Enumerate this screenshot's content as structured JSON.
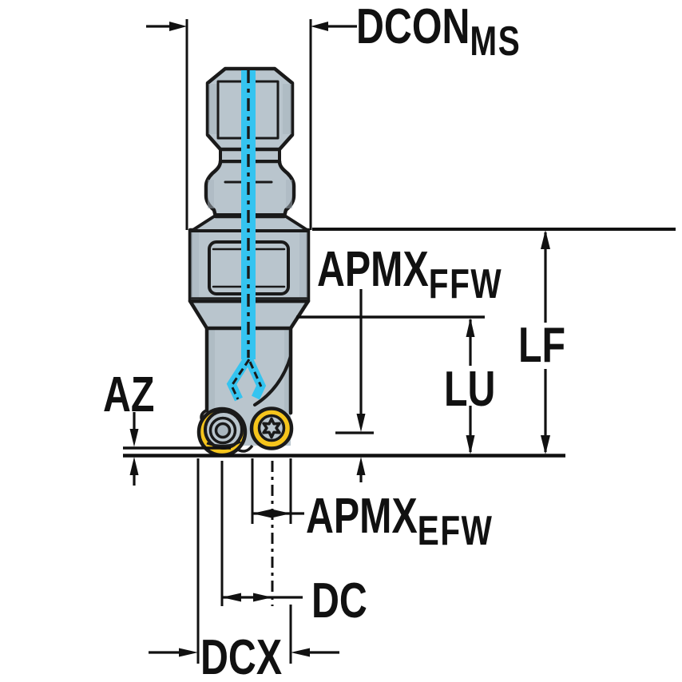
{
  "diagram": {
    "type": "technical-dimension-drawing",
    "subject": "round-insert milling cutter with modular coupling",
    "labels": {
      "dcon_ms": {
        "main": "DCON",
        "sub": "MS"
      },
      "apmx_ffw": {
        "main": "APMX",
        "sub": "FFW"
      },
      "lf": {
        "main": "LF"
      },
      "lu": {
        "main": "LU"
      },
      "az": {
        "main": "AZ"
      },
      "apmx_efw": {
        "main": "APMX",
        "sub": "EFW"
      },
      "dc": {
        "main": "DC"
      },
      "dcx": {
        "main": "DCX"
      }
    },
    "colors": {
      "background": "#ffffff",
      "tool_body": "#b9c5cd",
      "tool_body_shade": "#a7b4bd",
      "outline": "#1a1a1a",
      "coolant_cyan": "#35c4f0",
      "insert_yellow": "#f6c51c",
      "dimension_black": "#111111"
    }
  }
}
